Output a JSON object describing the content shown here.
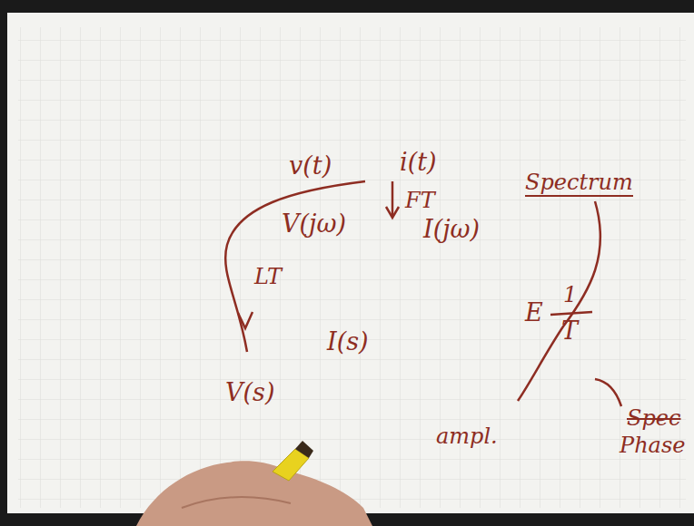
{
  "diagram": {
    "labels": [
      "v(t)",
      "i(t)",
      "FT",
      "V(jω)",
      "I(jω)",
      "LT",
      "V(s)",
      "I(s)",
      "Spectrum",
      "E",
      "1",
      "T",
      "ampl.",
      "Spec",
      "Phase"
    ]
  }
}
